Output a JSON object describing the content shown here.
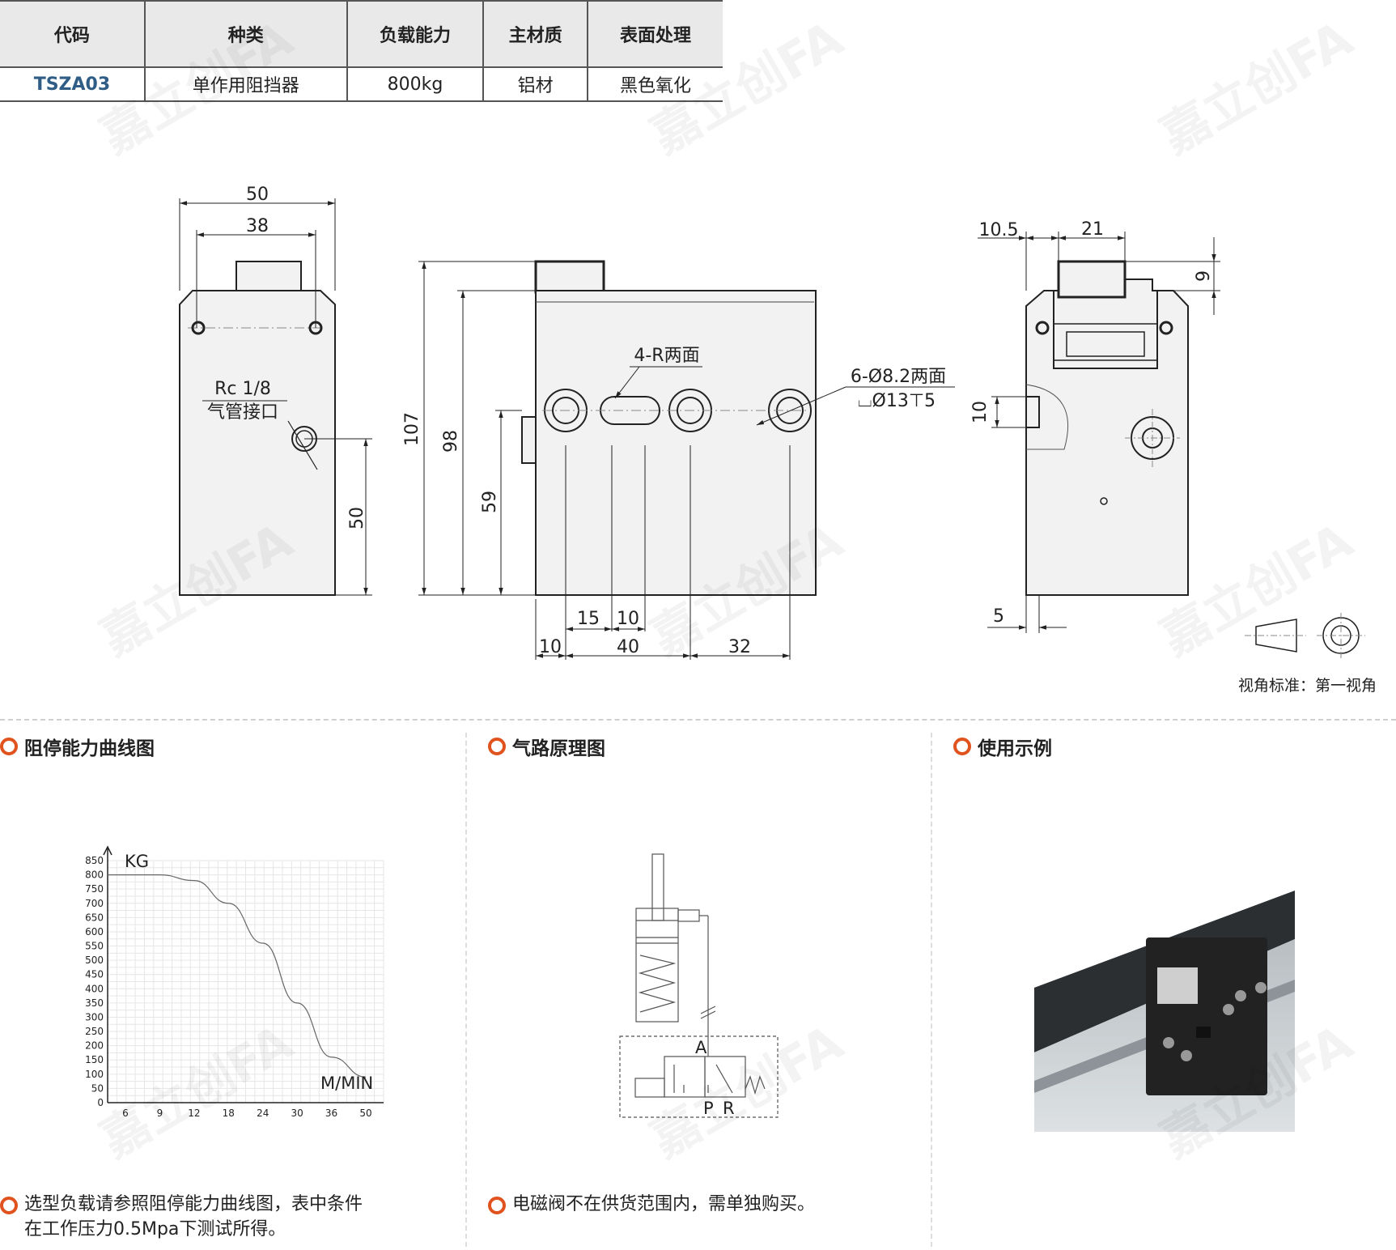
{
  "table": {
    "headers": [
      "代码",
      "种类",
      "负载能力",
      "主材质",
      "表面处理"
    ],
    "row": [
      "TSZA03",
      "单作用阻挡器",
      "800kg",
      "铝材",
      "黑色氧化"
    ]
  },
  "drawing": {
    "front": {
      "dim_width_outer": "50",
      "dim_width_inner": "38",
      "port_label_1": "Rc 1/8",
      "port_label_2": "气管接口",
      "dim_port_height": "50"
    },
    "side": {
      "dim_total_height": "107",
      "dim_body_height": "98",
      "dim_hole_height": "59",
      "slot_label": "4-R两面",
      "hole_label_1": "6-Ø8.2两面",
      "hole_label_2": "⌴Ø13⊤5",
      "dim_a": "15",
      "dim_b": "10",
      "dim_c": "10",
      "dim_d": "40",
      "dim_e": "32"
    },
    "end": {
      "dim_a": "10.5",
      "dim_b": "21",
      "dim_c": "9",
      "dim_d": "10",
      "dim_e": "5"
    },
    "view_standard": "视角标准：第一视角"
  },
  "sections": {
    "curve": {
      "title": "阻停能力曲线图",
      "note_line1": "选型负载请参照阻停能力曲线图，表中条件",
      "note_line2": "在工作压力0.5Mpa下测试所得。"
    },
    "pneumatic": {
      "title": "气路原理图",
      "label_a": "A",
      "label_p": "P",
      "label_r": "R",
      "note": "电磁阀不在供货范围内，需单独购买。"
    },
    "example": {
      "title": "使用示例"
    }
  },
  "chart_data": {
    "type": "line",
    "title": "",
    "ylabel": "KG",
    "xlabel": "M/MIN",
    "ylim": [
      0,
      850
    ],
    "yticks": [
      0,
      50,
      100,
      150,
      200,
      250,
      300,
      350,
      400,
      450,
      500,
      550,
      600,
      650,
      700,
      750,
      800,
      850
    ],
    "x_ticks": [
      "6",
      "9",
      "12",
      "18",
      "24",
      "30",
      "36",
      "50"
    ],
    "x": [
      "6",
      "9",
      "12",
      "18",
      "24",
      "30",
      "36",
      "50"
    ],
    "series": [
      {
        "values": [
          800,
          800,
          780,
          700,
          560,
          350,
          160,
          90
        ]
      }
    ],
    "grid": true
  },
  "watermark_text": "嘉立创FA"
}
